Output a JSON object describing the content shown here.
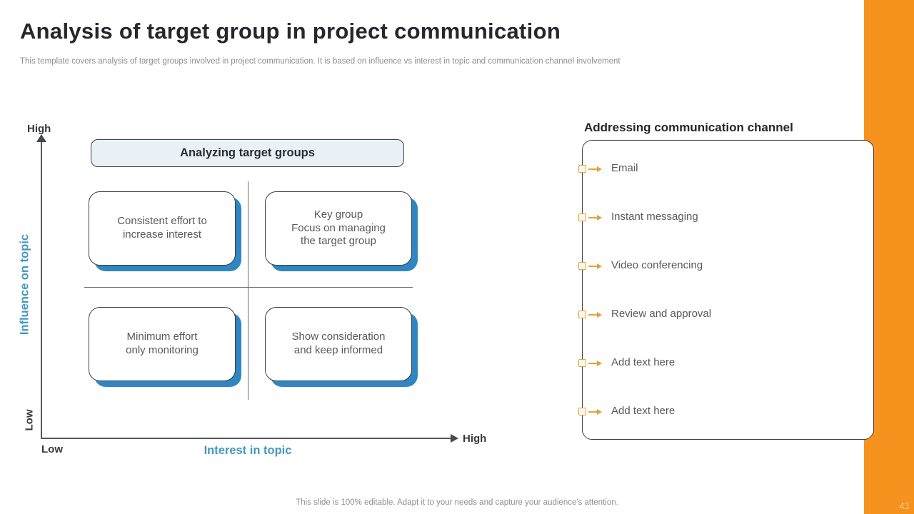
{
  "slide": {
    "title": "Analysis of target group in project communication",
    "subtitle": "This template covers analysis of target groups involved in project communication. It is based on influence vs interest in topic and communication channel involvement",
    "footer": "This slide is 100% editable. Adapt it to your needs and capture your audience's attention.",
    "page_number": "41"
  },
  "matrix": {
    "header": "Analyzing target groups",
    "y_axis": {
      "label": "Influence on topic",
      "top": "High",
      "bottom": "Low"
    },
    "x_axis": {
      "label": "Interest in topic",
      "left": "Low",
      "right": "High"
    },
    "quadrants": [
      {
        "position": "top-left",
        "text": "Consistent effort to\nincrease interest"
      },
      {
        "position": "top-right",
        "text": "Key group\nFocus on managing\nthe target group"
      },
      {
        "position": "bottom-left",
        "text": "Minimum effort\nonly monitoring"
      },
      {
        "position": "bottom-right",
        "text": "Show consideration\nand keep informed"
      }
    ]
  },
  "channel_panel": {
    "title": "Addressing communication channel",
    "items": [
      "Email",
      "Instant messaging",
      "Video conferencing",
      "Review and approval",
      "Add text here",
      "Add text here"
    ]
  },
  "colors": {
    "accent_orange": "#F6921E",
    "shadow_blue": "#2F86C0",
    "axis_teal": "#4398BE",
    "header_fill": "#E9F1F6",
    "page_number_text": "#F9C98F",
    "body_text_gray": "#595959"
  }
}
